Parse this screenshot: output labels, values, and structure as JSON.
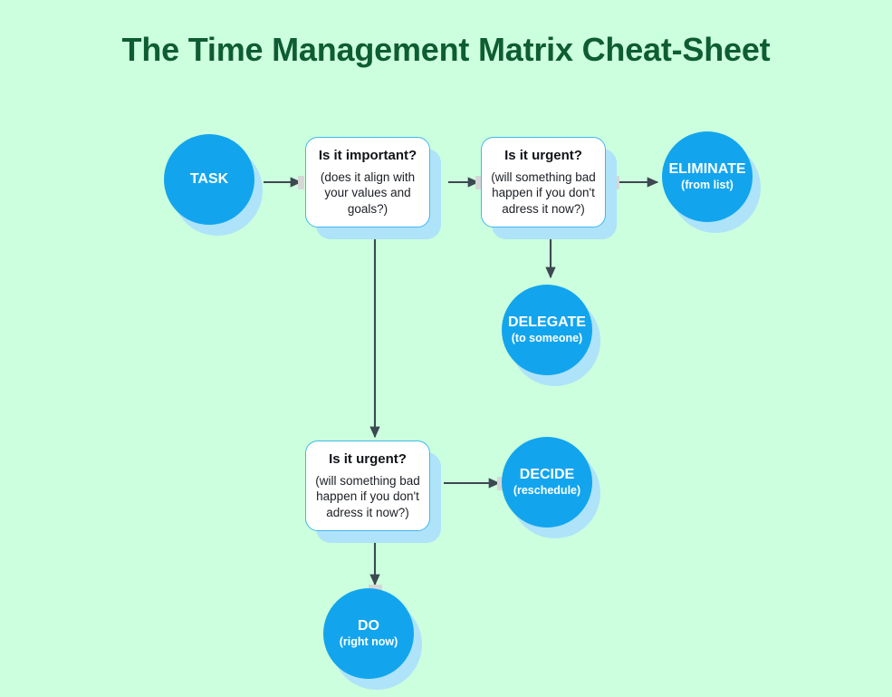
{
  "page": {
    "title": "The Time Management Matrix Cheat-Sheet",
    "background_color": "#ccffdd",
    "title_color": "#0e5c33",
    "accent_blue": "#12a5ee",
    "shadow_blue": "#aee3f9",
    "card_border": "#3eb7ef",
    "arrow_color": "#3d4852",
    "connector_tab_color": "#d6d6d6"
  },
  "chart_data": {
    "type": "diagram",
    "title": "The Time Management Matrix Cheat-Sheet",
    "nodes": [
      {
        "id": "task",
        "shape": "circle",
        "label": "TASK",
        "sublabel": ""
      },
      {
        "id": "important",
        "shape": "card",
        "label": "Is it important?",
        "sublabel": "(does it align with your values and goals?)"
      },
      {
        "id": "urgent1",
        "shape": "card",
        "label": "Is it urgent?",
        "sublabel": "(will something bad happen if you don't adress it now?)"
      },
      {
        "id": "eliminate",
        "shape": "circle",
        "label": "ELIMINATE",
        "sublabel": "(from list)"
      },
      {
        "id": "delegate",
        "shape": "circle",
        "label": "DELEGATE",
        "sublabel": "(to someone)"
      },
      {
        "id": "urgent2",
        "shape": "card",
        "label": "Is it urgent?",
        "sublabel": "(will something bad happen if you don't adress it now?)"
      },
      {
        "id": "decide",
        "shape": "circle",
        "label": "DECIDE",
        "sublabel": "(reschedule)"
      },
      {
        "id": "do",
        "shape": "circle",
        "label": "DO",
        "sublabel": "(right now)"
      }
    ],
    "edges": [
      {
        "from": "task",
        "to": "important",
        "direction": "right"
      },
      {
        "from": "important",
        "to": "urgent1",
        "direction": "right"
      },
      {
        "from": "urgent1",
        "to": "eliminate",
        "direction": "right"
      },
      {
        "from": "urgent1",
        "to": "delegate",
        "direction": "down"
      },
      {
        "from": "important",
        "to": "urgent2",
        "direction": "down"
      },
      {
        "from": "urgent2",
        "to": "decide",
        "direction": "right"
      },
      {
        "from": "urgent2",
        "to": "do",
        "direction": "down"
      }
    ]
  },
  "nodes": {
    "task": {
      "label": "TASK"
    },
    "important": {
      "label": "Is it important?",
      "sublabel_l1": "(does it align with",
      "sublabel_l2": "your values and",
      "sublabel_l3": "goals?)"
    },
    "urgent1": {
      "label": "Is it urgent?",
      "sublabel_l1": "(will something bad",
      "sublabel_l2": "happen if you don't",
      "sublabel_l3": "adress it now?)"
    },
    "eliminate": {
      "label": "ELIMINATE",
      "sublabel": "(from list)"
    },
    "delegate": {
      "label": "DELEGATE",
      "sublabel": "(to someone)"
    },
    "urgent2": {
      "label": "Is it urgent?",
      "sublabel_l1": "(will something bad",
      "sublabel_l2": "happen if you don't",
      "sublabel_l3": "adress it now?)"
    },
    "decide": {
      "label": "DECIDE",
      "sublabel": "(reschedule)"
    },
    "do": {
      "label": "DO",
      "sublabel": "(right now)"
    }
  }
}
